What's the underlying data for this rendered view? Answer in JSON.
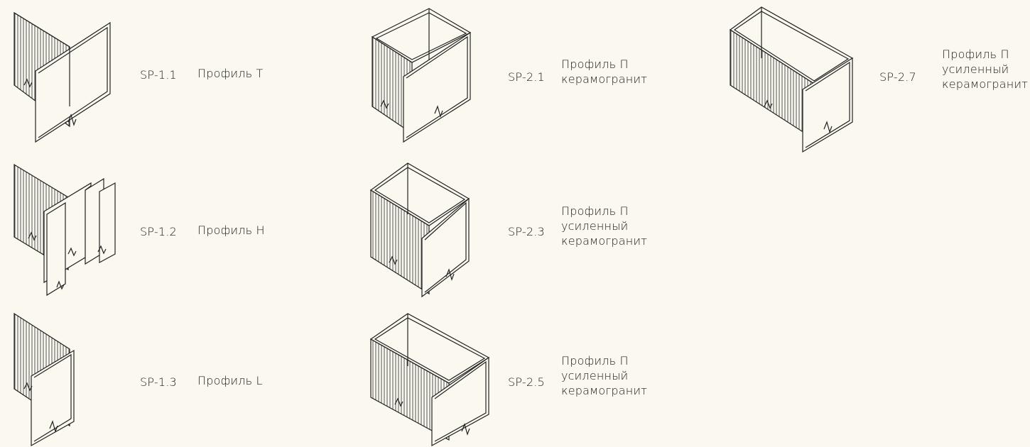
{
  "profiles": [
    {
      "code": "SP-1.1",
      "lines": [
        "Профиль Т"
      ]
    },
    {
      "code": "SP-1.2",
      "lines": [
        "Профиль Н"
      ]
    },
    {
      "code": "SP-1.3",
      "lines": [
        "Профиль L"
      ]
    },
    {
      "code": "SP-2.1",
      "lines": [
        "Профиль П",
        "керамогранит"
      ]
    },
    {
      "code": "SP-2.3",
      "lines": [
        "Профиль П",
        "усиленный",
        "керамогранит"
      ]
    },
    {
      "code": "SP-2.5",
      "lines": [
        "Профиль П",
        "усиленный",
        "керамогранит"
      ]
    },
    {
      "code": "SP-2.7",
      "lines": [
        "Профиль П",
        "усиленный",
        "керамогранит"
      ]
    }
  ]
}
